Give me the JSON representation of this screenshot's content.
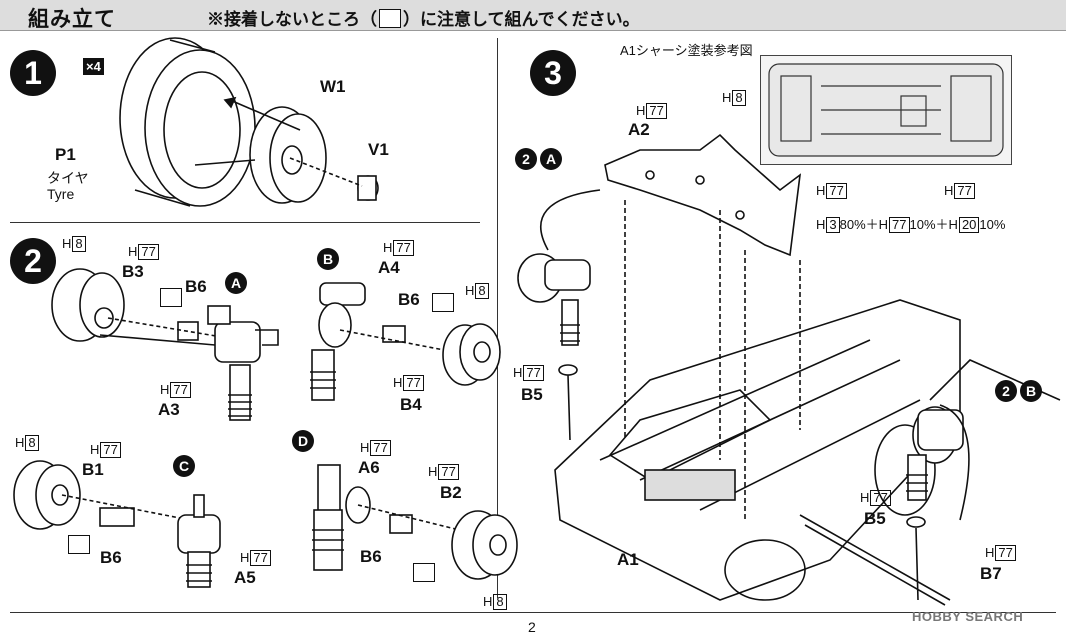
{
  "header": {
    "title": "組み立て",
    "note_before": "※接着しないところ（",
    "note_after": "）に注意して組んでください。"
  },
  "steps": [
    {
      "number": "1",
      "multiplier": "×4"
    },
    {
      "number": "2"
    },
    {
      "number": "3"
    }
  ],
  "step1": {
    "parts": {
      "w1": "W1",
      "v1": "V1",
      "p1": "P1"
    },
    "p1_name_ja": "タイヤ",
    "p1_name_en": "Tyre"
  },
  "step2": {
    "groups": [
      {
        "letter": "A"
      },
      {
        "letter": "B"
      },
      {
        "letter": "C"
      },
      {
        "letter": "D"
      }
    ],
    "parts": {
      "b3": "B3",
      "b6a": "B6",
      "a3": "A3",
      "a4": "A4",
      "b6b": "B6",
      "b4": "B4",
      "b1": "B1",
      "b6c": "B6",
      "a5": "A5",
      "a6": "A6",
      "b2": "B2",
      "b6d": "B6"
    }
  },
  "step3": {
    "inset_title": "A1シャーシ塗装参考図",
    "mix_note": {
      "p1": "80%＋H",
      "p2": "10%＋H",
      "p3": "10%",
      "c1": "3",
      "c2": "77",
      "c3": "20"
    },
    "callouts": [
      {
        "num": "2",
        "letter": "A"
      },
      {
        "num": "2",
        "letter": "B"
      }
    ],
    "parts": {
      "a2": "A2",
      "a1": "A1",
      "b5a": "B5",
      "b5b": "B5",
      "b7": "B7"
    }
  },
  "paint": {
    "prefix": "H",
    "h8": "8",
    "h77": "77"
  },
  "footer": {
    "page_number": "2",
    "watermark": "HOBBY SEARCH"
  },
  "colors": {
    "header_bg": "#dddddd",
    "ink": "#111111"
  }
}
